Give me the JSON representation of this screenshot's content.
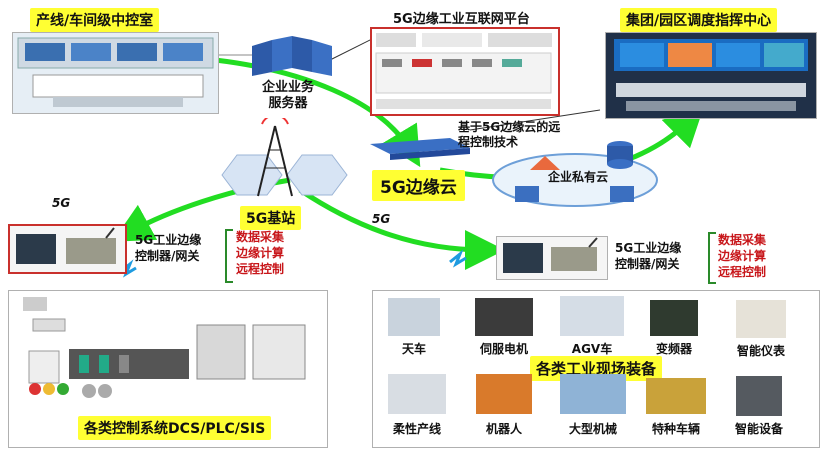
{
  "labels": {
    "control_room": "产线/车间级中控室",
    "platform": "5G边缘工业互联网平台",
    "dispatch_center": "集团/园区调度指挥中心",
    "biz_server": "企业业务\n服务器",
    "remote_tech": "基于5G边缘云的远\n程控制技术",
    "edge_cloud": "5G边缘云",
    "private_cloud": "企业私有云",
    "base_station": "5G基站",
    "gateway_left": "5G工业边缘\n控制器/网关",
    "gateway_right": "5G工业边缘\n控制器/网关",
    "functions_left": [
      "数据采集",
      "边缘计算",
      "远程控制"
    ],
    "functions_right": [
      "数据采集",
      "边缘计算",
      "远程控制"
    ],
    "control_systems": "各类控制系统DCS/PLC/SIS",
    "field_equipment": "各类工业现场装备",
    "fiveg": "5G"
  },
  "equipment": [
    "天车",
    "伺服电机",
    "AGV车",
    "变频器",
    "智能仪表",
    "柔性产线",
    "机器人",
    "大型机械",
    "特种车辆",
    "智能设备"
  ],
  "colors": {
    "yellow": "#ffff33",
    "green_arrow": "#22dd22",
    "red_text": "#c8171b",
    "blue": "#1f4fa8"
  }
}
